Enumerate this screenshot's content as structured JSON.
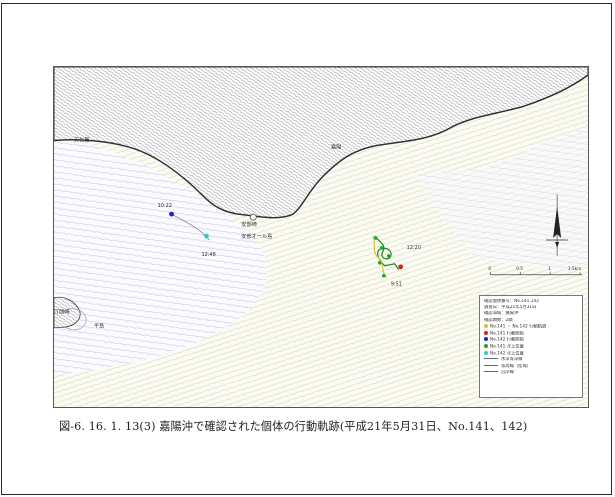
{
  "caption": "図-6. 16. 1. 13(3) 嘉陽沖で確認された個体の行動軌跡(平成21年5月31日、No.141、142)",
  "map": {
    "place_labels": [
      "天仁屋",
      "安部崎",
      "安部オール島",
      "嘉陽",
      "平島",
      "汀間崎"
    ],
    "time_labels": [
      "10:22",
      "12:48",
      "12:20",
      "9:51"
    ],
    "scale_ticks": [
      "0",
      "0.5",
      "1",
      "1.5km"
    ],
    "legend": {
      "header": [
        "確認個体番号：No.141,142",
        "調査日：平成21年5月31日",
        "確認海域：嘉陽沖",
        "確認頭数：2頭"
      ],
      "entries": [
        {
          "color": "#d8c430",
          "label": "No.141 ・ No.142 行動軌跡"
        },
        {
          "color": "#d62020",
          "label": "No.141 行動開始"
        },
        {
          "color": "#2020c8",
          "label": "No.142 行動開始"
        },
        {
          "color": "#22a032",
          "label": "No.141 浮上位置"
        },
        {
          "color": "#30c8c8",
          "label": "No.142 浮上位置"
        }
      ],
      "lines": [
        "水深等深線",
        "等高線（陸域）",
        "沿岸線"
      ]
    },
    "colors": {
      "track_green": "#1c8a1c",
      "track_yellow": "#d8c430",
      "point_red": "#d62020",
      "point_blue": "#2020c8",
      "point_cyan": "#30c8c8",
      "land_line": "#4a4a4a",
      "sea_contour": "#c9cca8",
      "deep_contour": "#b9b4d4"
    }
  }
}
